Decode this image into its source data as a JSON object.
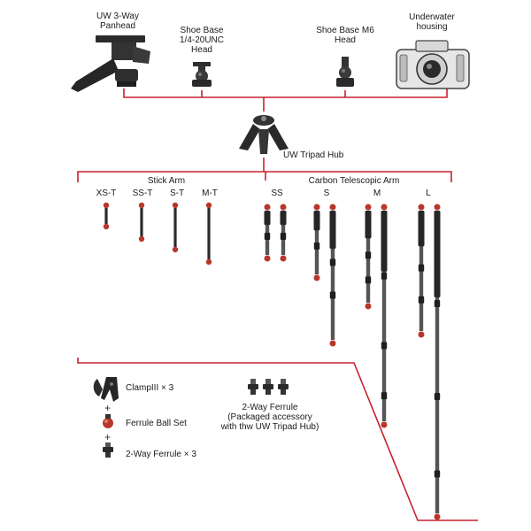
{
  "colors": {
    "connector": "#c8202e",
    "product_dark": "#2a2a2a",
    "carbon": "#555555",
    "ball_red": "#b8372a"
  },
  "heads": [
    {
      "label_lines": [
        "UW 3-Way",
        "Panhead"
      ],
      "icon": "three-way-panhead-icon"
    },
    {
      "label_lines": [
        "Shoe Base",
        "1/4-20UNC",
        "Head"
      ],
      "icon": "ball-head-icon"
    },
    {
      "label_lines": [
        "Shoe Base M6",
        "Head"
      ],
      "icon": "ball-head-m6-icon"
    },
    {
      "label_lines": [
        "Underwater",
        "housing"
      ],
      "icon": "camera-housing-icon"
    }
  ],
  "hub": {
    "label": "UW Tripad Hub",
    "icon": "tripod-hub-icon"
  },
  "stick_arm": {
    "title": "Stick Arm",
    "sizes": [
      "XS-T",
      "SS-T",
      "S-T",
      "M-T"
    ]
  },
  "carbon_arm": {
    "title": "Carbon Telescopic Arm",
    "sizes": [
      "SS",
      "S",
      "M",
      "L"
    ]
  },
  "accessories": {
    "clamp": "ClampIII × 3",
    "ferrule_ball": "Ferrule Ball Set",
    "two_way_ferrule": "2-Way Ferrule × 3",
    "plus_sign": "+",
    "packaged_lines": [
      "2-Way Ferrule",
      "(Packaged accessory",
      "with thw UW Tripad Hub)"
    ]
  }
}
